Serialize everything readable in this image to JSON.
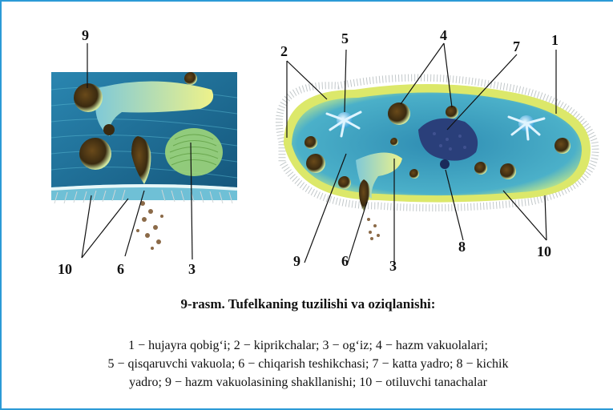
{
  "figure": {
    "labels": {
      "l9a": "9",
      "l10a": "10",
      "l6a": "6",
      "l3a": "3",
      "l2": "2",
      "l5": "5",
      "l4": "4",
      "l7": "7",
      "l1": "1",
      "l9b": "9",
      "l6b": "6",
      "l3b": "3",
      "l8": "8",
      "l10b": "10"
    },
    "colors": {
      "water": "#1f6f9a",
      "cell_body": "#b9e3d8",
      "cell_rim": "#d9e86a",
      "nucleus": "#2a3f7a",
      "border": "#2c9ad6"
    }
  },
  "caption": "9-rasm. Tufelkaning tuzilishi va oziqlanishi:",
  "legend": {
    "line1": "1 − hujayra   qobig‘i; 2 − kiprikchalar; 3 − og‘iz; 4 − hazm vakuolalari;",
    "line2": "5 − qisqaruvchi vakuola; 6 − chiqarish teshikchasi; 7 − katta yadro; 8 − kichik",
    "line3": "yadro; 9 − hazm vakuolasining shakllanishi; 10 − otiluvchi tanachalar"
  }
}
